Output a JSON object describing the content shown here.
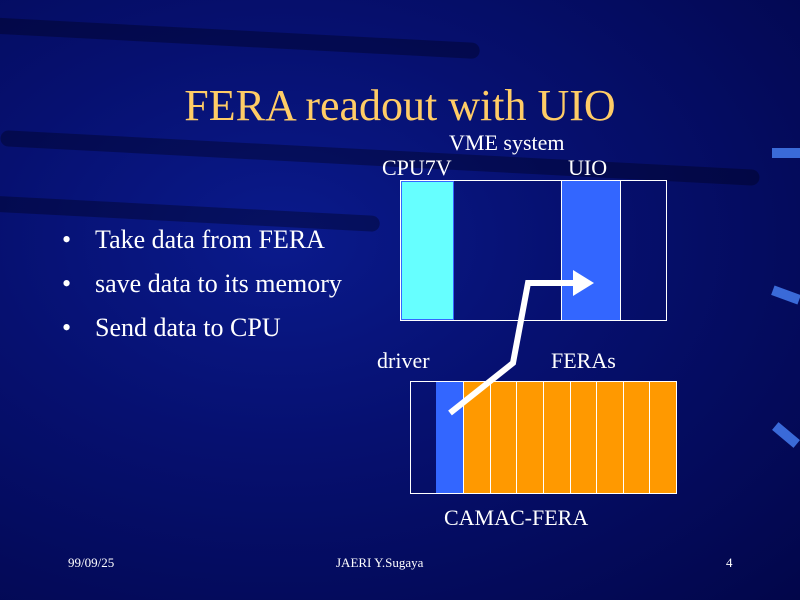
{
  "slide": {
    "title": "FERA readout with UIO",
    "bullets": [
      "Take data from FERA",
      "save data to its memory",
      "Send data to CPU"
    ],
    "bullet_symbol": "•"
  },
  "diagram": {
    "vme_label": "VME system",
    "cpu_label": "CPU7V",
    "uio_label": "UIO",
    "driver_label": "driver",
    "feras_label": "FERAs",
    "camac_label": "CAMAC-FERA",
    "fera_slot_count": 8,
    "colors": {
      "cpu": "#66ffff",
      "uio": "#3366ff",
      "fera": "#ff9900",
      "title": "#ffcc66"
    }
  },
  "footer": {
    "date": "99/09/25",
    "author": "JAERI Y.Sugaya",
    "page": "4"
  }
}
